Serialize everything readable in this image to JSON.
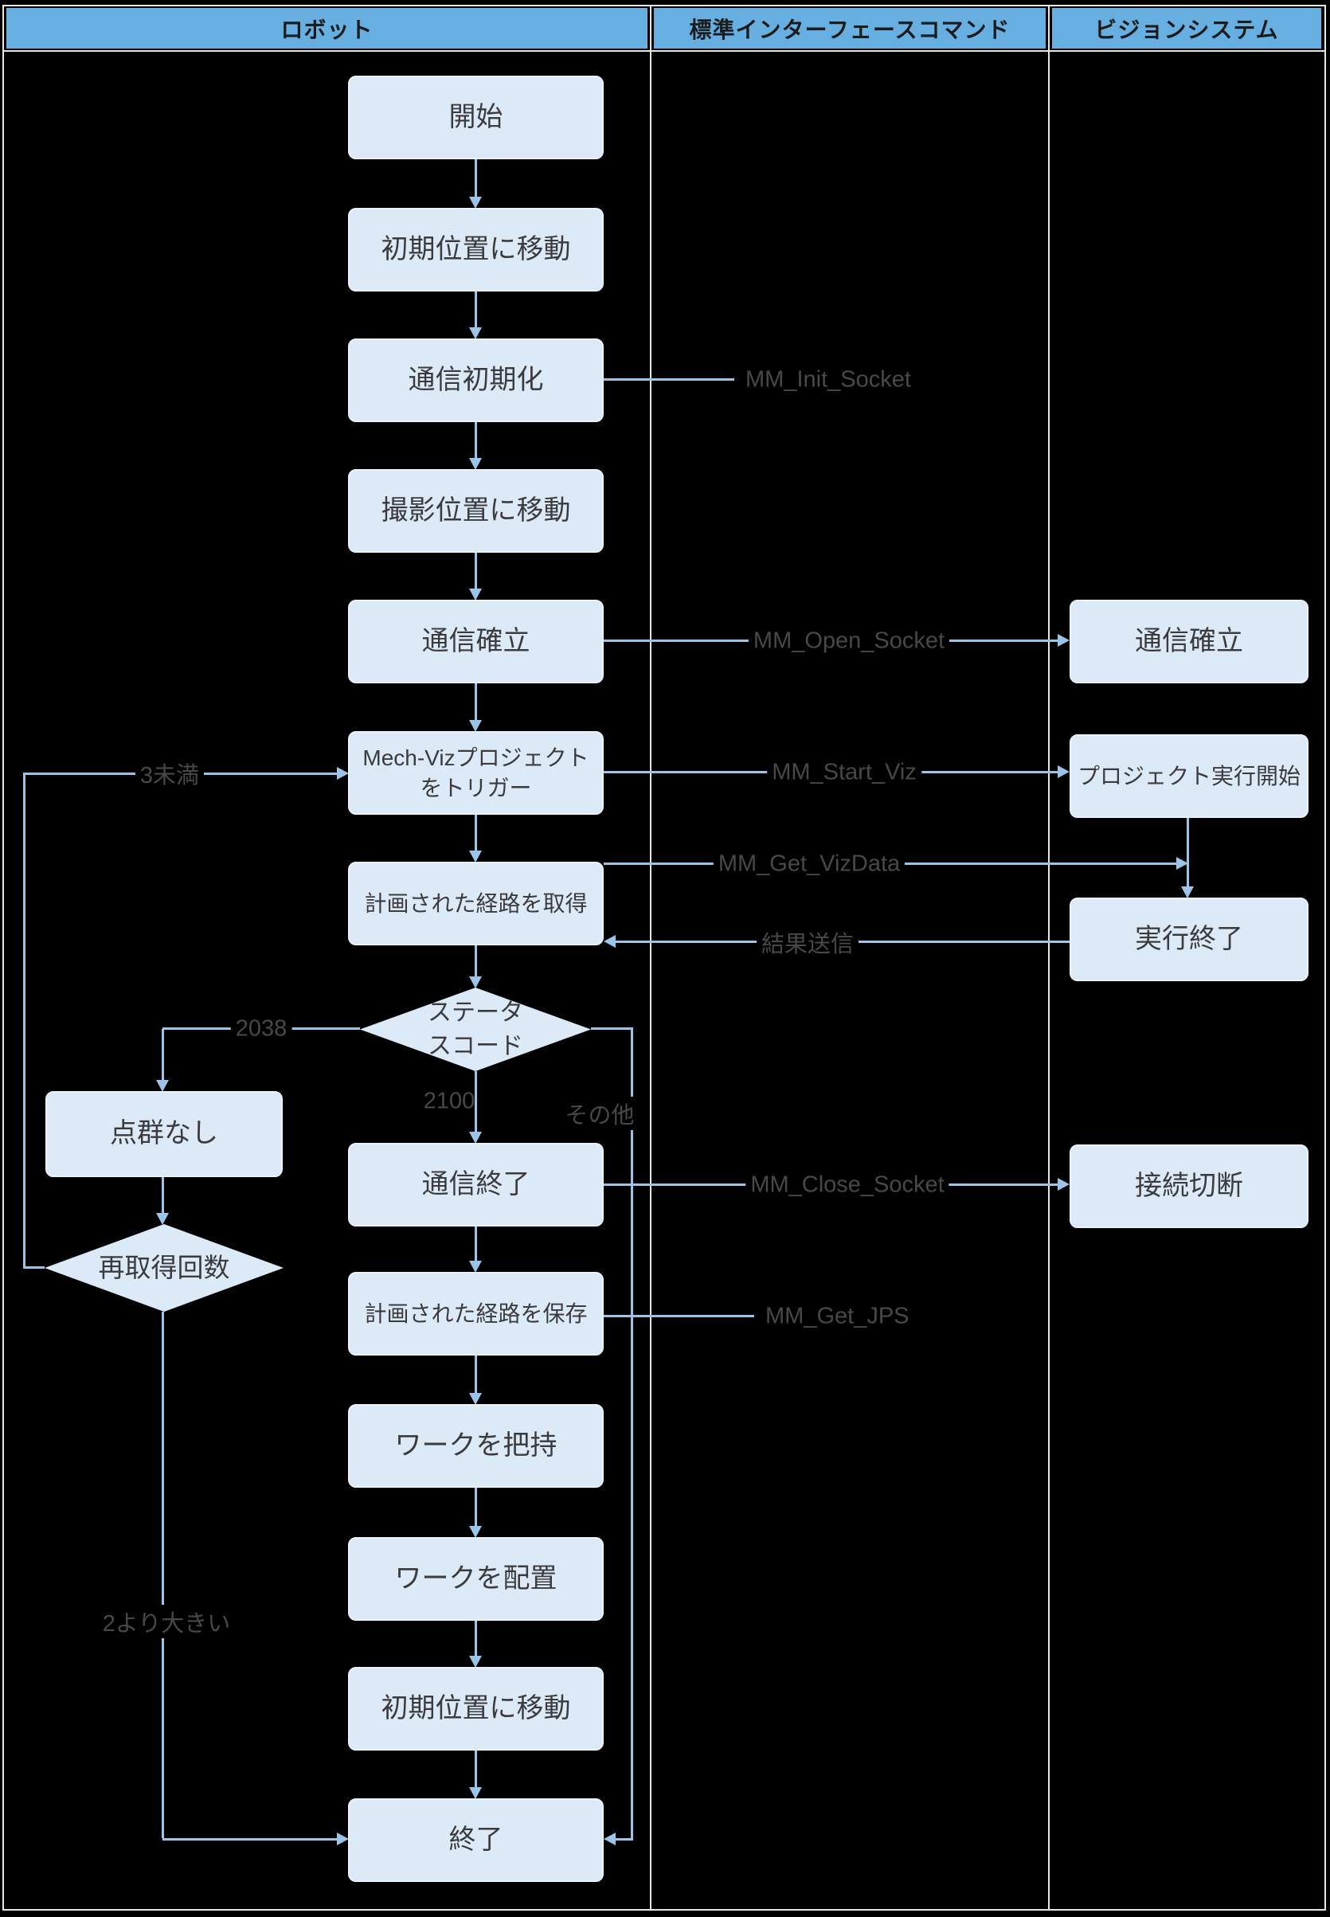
{
  "header": {
    "col1": "ロボット",
    "col2": "標準インターフェースコマンド",
    "col3": "ビジョンシステム"
  },
  "robot": {
    "start": "開始",
    "move_initial": "初期位置に移動",
    "init_comm": "通信初期化",
    "move_capture": "撮影位置に移動",
    "establish_comm": "通信確立",
    "trigger_line1": "Mech-Vizプロジェクト",
    "trigger_line2": "をトリガー",
    "get_path": "計画された経路を取得",
    "status_line1": "ステータ",
    "status_line2": "スコード",
    "close_comm": "通信終了",
    "save_path": "計画された経路を保存",
    "grasp_work": "ワークを把持",
    "place_work": "ワークを配置",
    "move_initial2": "初期位置に移動",
    "end": "終了",
    "no_pointcloud": "点群なし",
    "retry_count": "再取得回数"
  },
  "vision": {
    "establish_comm": "通信確立",
    "project_start": "プロジェクト実行開始",
    "execution_end": "実行終了",
    "disconnect": "接続切断"
  },
  "labels": {
    "init_socket": "MM_Init_Socket",
    "open_socket": "MM_Open_Socket",
    "start_viz": "MM_Start_Viz",
    "get_vizdata": "MM_Get_VizData",
    "send_result": "結果送信",
    "close_socket": "MM_Close_Socket",
    "get_jps": "MM_Get_JPS",
    "less_than_3": "3未満",
    "code_2038": "2038",
    "code_2100": "2100",
    "other": "その他",
    "greater_than_2": "2より大きい"
  },
  "colors": {
    "background": "#000000",
    "header_bg": "#68AFE1",
    "header_text": "#1C1C1C",
    "node_bg": "#DCE9F7",
    "node_text": "#3B3B3E",
    "connector": "#9CC4E8",
    "edge_label_text": "#48484B",
    "frame": "#E6E6E6"
  }
}
